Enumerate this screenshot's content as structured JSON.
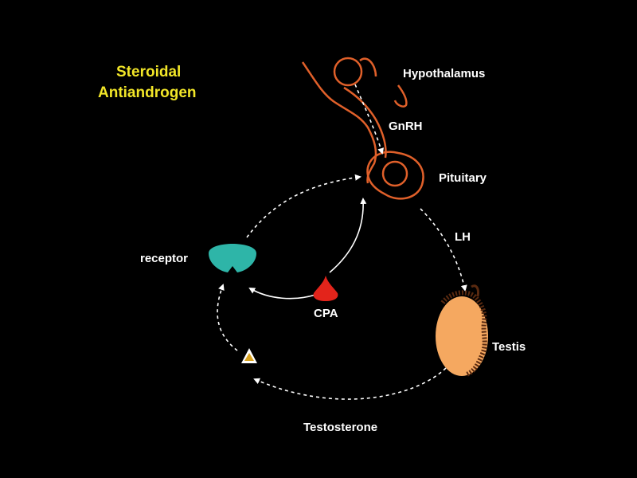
{
  "title": {
    "line1": "Steroidal",
    "line2": "Antiandrogen"
  },
  "labels": {
    "hypothalamus": "Hypothalamus",
    "gnrh": "GnRH",
    "pituitary": "Pituitary",
    "lh": "LH",
    "testis": "Testis",
    "testosterone": "Testosterone",
    "receptor": "receptor",
    "cpa": "CPA"
  },
  "colors": {
    "background": "#000000",
    "title": "#f2e628",
    "label": "#ffffff",
    "gland_outline": "#e0602a",
    "testis_fill": "#f5a860",
    "receptor_fill": "#2eb5a8",
    "cpa_fill": "#e3241b",
    "testosterone_fill": "#d9a21e",
    "arrow": "#ffffff"
  }
}
